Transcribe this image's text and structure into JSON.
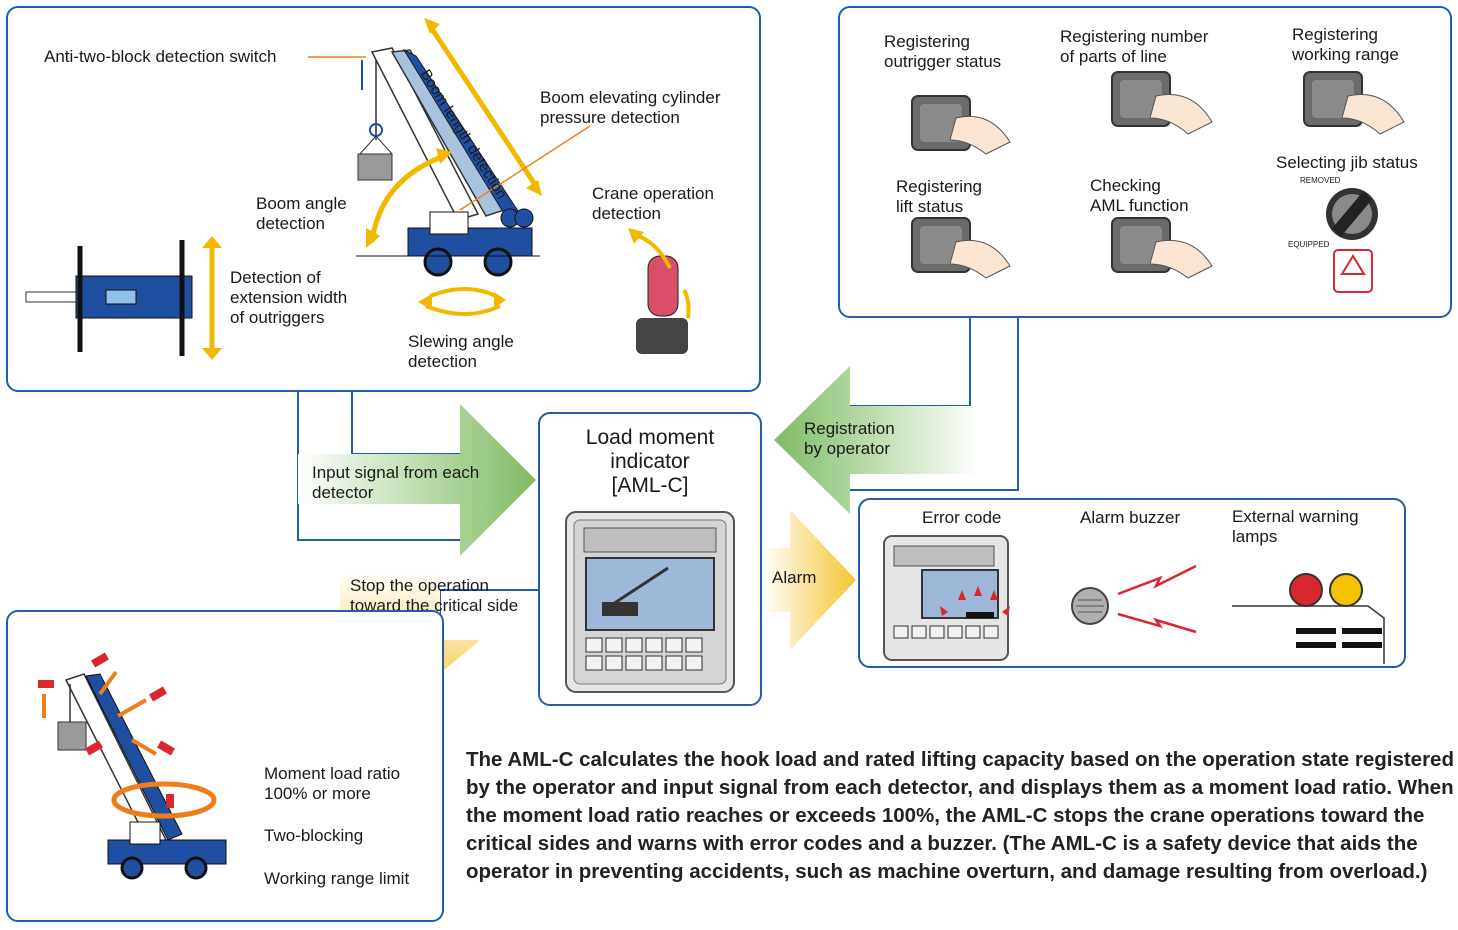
{
  "detectors": {
    "anti_two_block": "Anti-two-block detection switch",
    "boom_length": "Boom length detection",
    "boom_cylinder": "Boom elevating cylinder\npressure detection",
    "boom_angle": "Boom angle\ndetection",
    "crane_operation": "Crane operation\ndetection",
    "outrigger_width": "Detection of\nextension width\nof outriggers",
    "slewing_angle": "Slewing angle\ndetection"
  },
  "registration": {
    "outrigger": "Registering\noutrigger status",
    "parts_of_line": "Registering number\nof parts of line",
    "working_range": "Registering\nworking range",
    "jib_status": "Selecting jib status",
    "jib_removed": "REMOVED",
    "jib_equipped": "EQUIPPED",
    "lift_status": "Registering\nlift status",
    "aml_check": "Checking\nAML function"
  },
  "flow": {
    "input_signal": "Input signal from each\ndetector",
    "registration_by_operator": "Registration\nby operator",
    "stop_operation": "Stop the operation\ntoward the critical side",
    "alarm": "Alarm"
  },
  "indicator": {
    "title": "Load moment\nindicator\n[AML-C]"
  },
  "alarm_panel": {
    "error_code": "Error code",
    "alarm_buzzer": "Alarm buzzer",
    "warning_lamps": "External warning\nlamps"
  },
  "stop_panel": {
    "moment_ratio": "Moment load ratio\n100% or more",
    "two_blocking": "Two-blocking",
    "working_range_limit": "Working range limit"
  },
  "description": "The AML-C calculates the hook load and rated lifting capacity based on the operation state registered by the operator and input signal from each detector, and displays them as a moment load ratio. When the moment load ratio reaches or exceeds 100%, the AML-C stops the crane operations toward the critical sides and warns with error codes and a buzzer. (The AML-C is a safety device that aids the operator in preventing accidents, such as machine overturn, and damage resulting from overload.)",
  "colors": {
    "panel_border": "#1f5ea8",
    "arrow_green": "#6db06a",
    "arrow_yellow": "#f4c430",
    "boom_yellow": "#f2b800",
    "crane_blue": "#1e4fa0",
    "alert_red": "#d8272e",
    "alert_orange": "#ef7d1a"
  }
}
